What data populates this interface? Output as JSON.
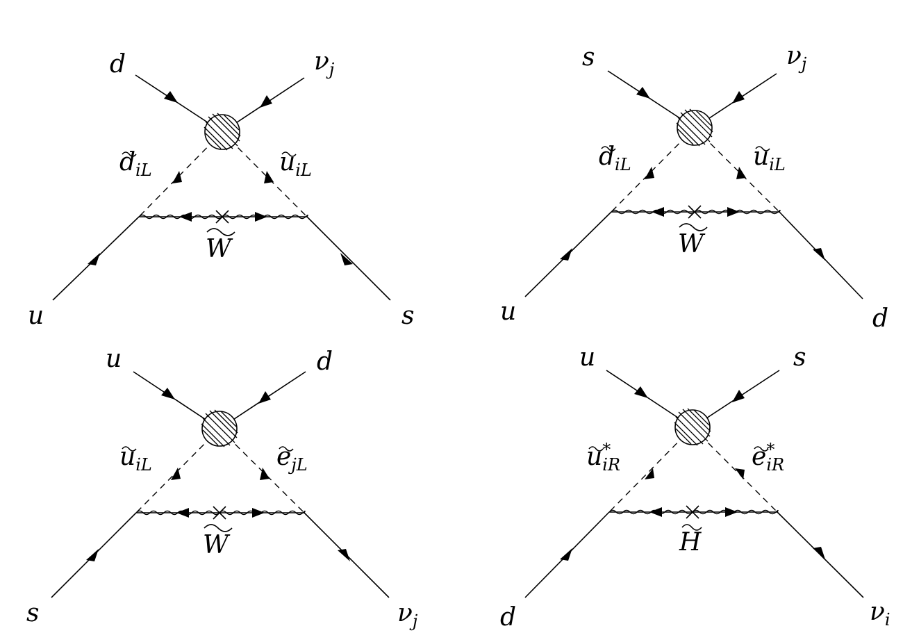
{
  "diagrams": [
    {
      "top_left": "d",
      "top_right_base": "ν",
      "top_right_sub": "j",
      "left_scalar": "d",
      "left_scalar_sub": "iL",
      "right_scalar": "u",
      "right_scalar_sub": "iL",
      "propagator": "W",
      "bottom_left": "u",
      "bottom_right_base": "s",
      "bottom_right_sub": ""
    },
    {
      "top_left": "s",
      "top_right_base": "ν",
      "top_right_sub": "j",
      "left_scalar": "d",
      "left_scalar_sub": "iL",
      "right_scalar": "u",
      "right_scalar_sub": "iL",
      "propagator": "W",
      "bottom_left": "u",
      "bottom_right_base": "d",
      "bottom_right_sub": ""
    },
    {
      "top_left": "u",
      "top_right_base": "d",
      "top_right_sub": "",
      "left_scalar": "u",
      "left_scalar_sub": "iL",
      "right_scalar": "e",
      "right_scalar_sub": "jL",
      "propagator": "W",
      "bottom_left": "s",
      "bottom_right_base": "ν",
      "bottom_right_sub": "j"
    },
    {
      "top_left": "u",
      "top_right_base": "s",
      "top_right_sub": "",
      "left_scalar": "u",
      "left_scalar_sub": "iR",
      "left_scalar_sup": "*",
      "right_scalar": "e",
      "right_scalar_sub": "iR",
      "right_scalar_sup": "*",
      "propagator": "H",
      "bottom_left": "d",
      "bottom_right_base": "ν",
      "bottom_right_sub": "i"
    }
  ]
}
